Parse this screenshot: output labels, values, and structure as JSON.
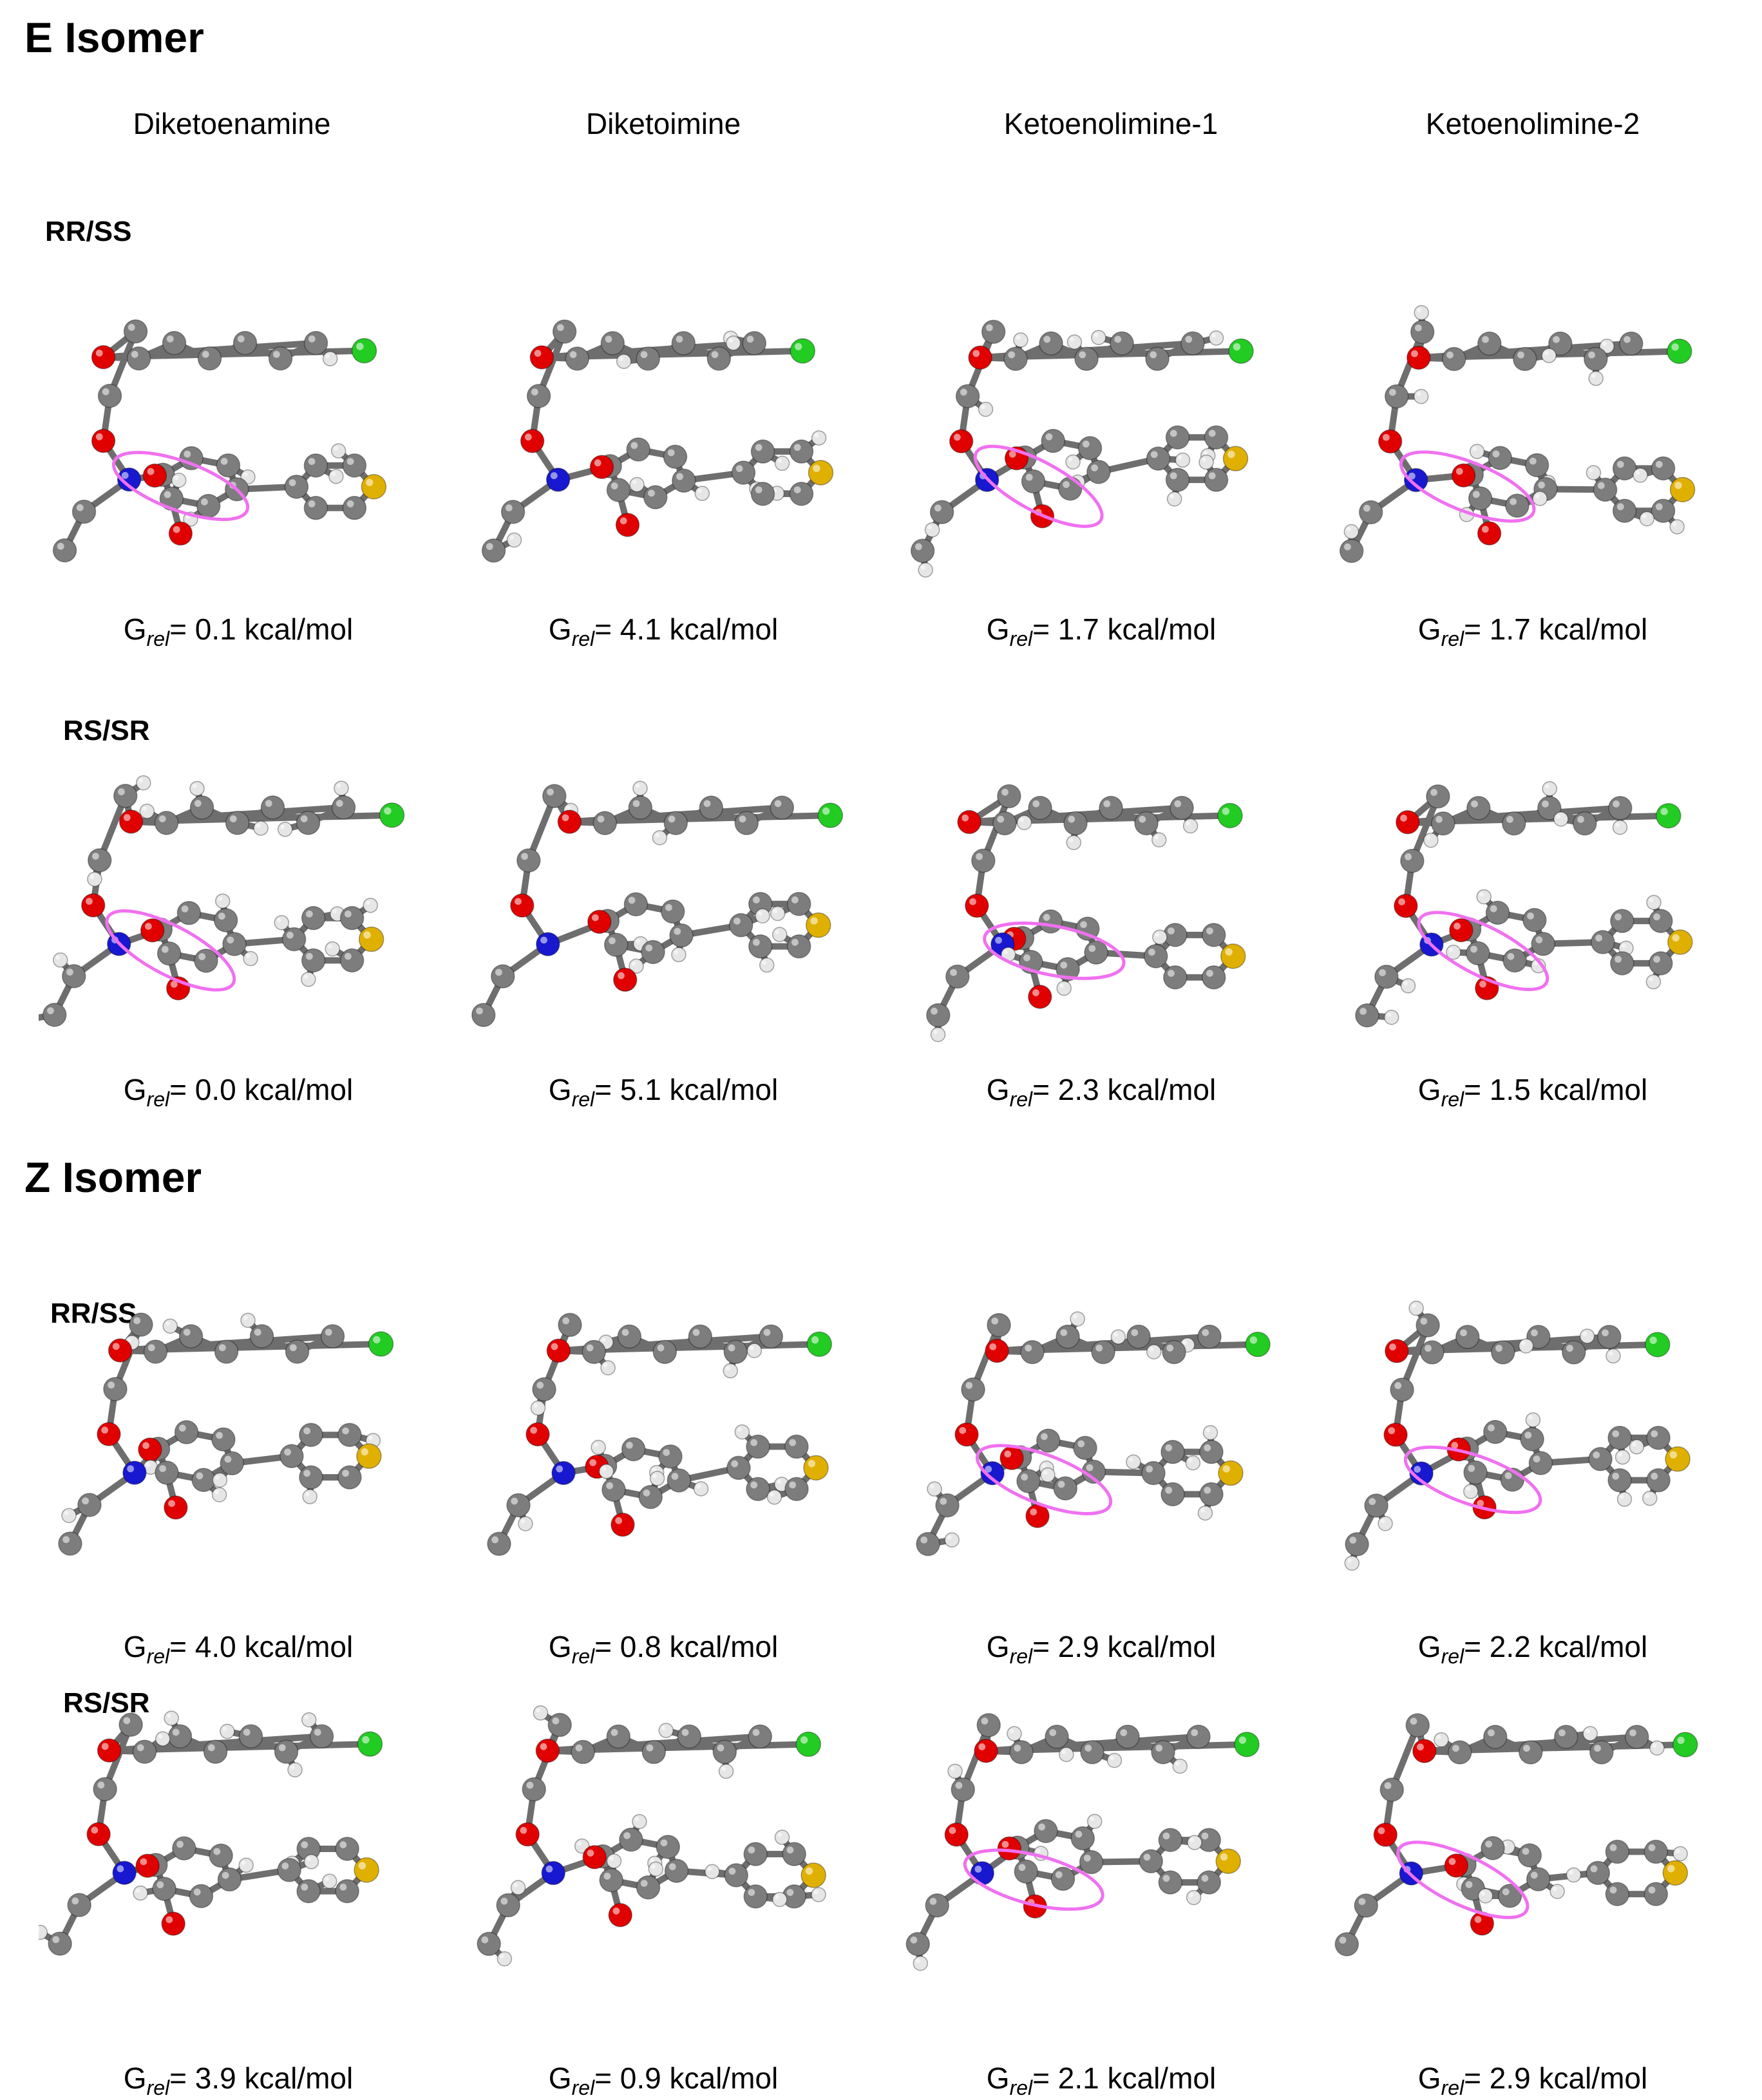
{
  "sections": [
    {
      "title": "E Isomer",
      "columns": [
        "Diketoenamine",
        "Diketoimine",
        "Ketoenolimine-1",
        "Ketoenolimine-2"
      ],
      "rows": [
        {
          "label": "RR/SS",
          "energies": [
            "0.1 kcal/mol",
            "4.1 kcal/mol",
            "1.7 kcal/mol",
            "1.7 kcal/mol"
          ]
        },
        {
          "label": "RS/SR",
          "energies": [
            "0.0 kcal/mol",
            "5.1 kcal/mol",
            "2.3 kcal/mol",
            "1.5 kcal/mol"
          ]
        }
      ]
    },
    {
      "title": "Z Isomer",
      "rows": [
        {
          "label": "RR/SS",
          "energies": [
            "4.0 kcal/mol",
            "0.8 kcal/mol",
            "2.9 kcal/mol",
            "2.2 kcal/mol"
          ]
        },
        {
          "label": "RS/SR",
          "energies": [
            "3.9 kcal/mol",
            "0.9 kcal/mol",
            "2.1 kcal/mol",
            "2.9 kcal/mol"
          ]
        }
      ]
    }
  ],
  "energy_symbol": "G",
  "energy_subscript": "rel",
  "energy_equals": "= ",
  "atom_colors": {
    "C": "#7d7d7d",
    "H": "#e6e6e6",
    "O": "#e00000",
    "N": "#1818d0",
    "Cl": "#22cc22",
    "S": "#e0b000"
  },
  "highlight_color": "#f070f0"
}
